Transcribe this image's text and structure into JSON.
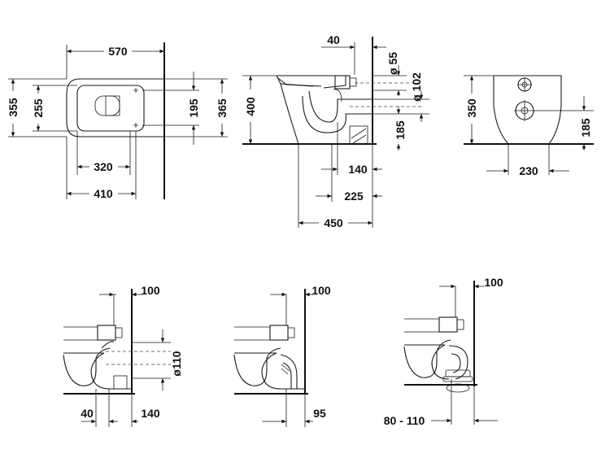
{
  "top_view": {
    "width": "570",
    "depth_outer": "355",
    "depth_inner": "255",
    "seat_width": "320",
    "bowl_length": "410",
    "fix_spacing": "195",
    "fix_total": "365"
  },
  "side_view": {
    "wall_offset": "40",
    "pipe_small": "ø 55",
    "pipe_large": "ø 102",
    "height": "400",
    "outlet_height": "185",
    "outlet_depth": "140",
    "foot_depth": "225",
    "total_depth": "450"
  },
  "rear_view": {
    "height": "350",
    "outlet_height": "185",
    "foot_width": "230"
  },
  "variant_a": {
    "wall": "100",
    "outlet_dia": "ø110",
    "gap": "40",
    "offset": "140"
  },
  "variant_b": {
    "wall": "100",
    "offset": "95"
  },
  "variant_c": {
    "wall": "100",
    "range": "80 - 110"
  }
}
